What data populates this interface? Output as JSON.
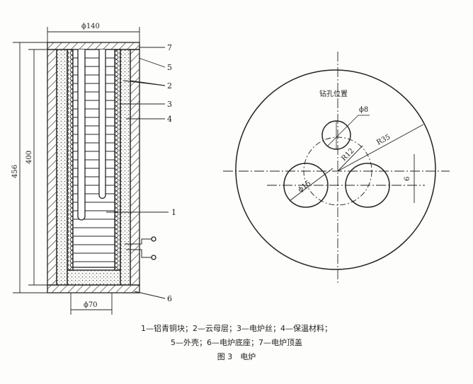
{
  "furnace_section": {
    "dim_outer_diameter": "ϕ140",
    "dim_total_height": "456",
    "dim_inner_height": "400",
    "dim_base_diameter": "ϕ70",
    "part_labels": [
      "7",
      "5",
      "2",
      "3",
      "4",
      "1",
      "6"
    ]
  },
  "top_view": {
    "title": "钻孔位置",
    "small_hole": "ϕ8",
    "outer_radius": "R35",
    "hole_radius": "R12",
    "large_hole": "ϕ15",
    "offset": "6"
  },
  "legend": {
    "line1": "1—铝青铜块；2—云母层；3—电炉丝；4—保温材料；",
    "line2": "5—外壳；6—电炉底座；7—电炉顶盖"
  },
  "figure_caption": "图 3　电炉"
}
